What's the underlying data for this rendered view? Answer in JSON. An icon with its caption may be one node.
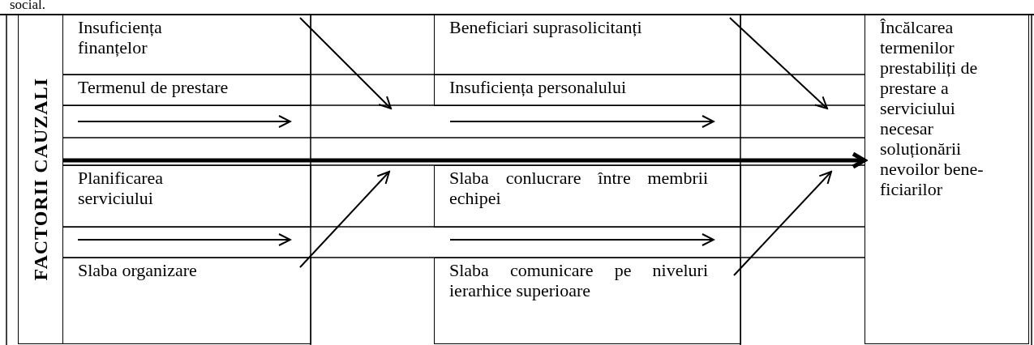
{
  "diagram": {
    "nodes": [
      {
        "text": [
          "FACTORII CAUZALI"
        ]
      },
      {
        "text": [
          "Insuficiența finanțelor"
        ]
      },
      {
        "text": [
          "Termenul de prestare"
        ]
      },
      {
        "text": [
          "Beneficiari suprasolicitanți"
        ]
      },
      {
        "text": [
          "Insuficiența personalului"
        ]
      },
      {
        "text": [
          "Planificarea serviciului"
        ]
      },
      {
        "text": [
          "Slaba conlucrare între membrii echipei"
        ]
      },
      {
        "text": [
          "Slaba organizare"
        ]
      },
      {
        "text": [
          "Slaba comunicare pe niveluri ierarhice superioare"
        ]
      },
      {
        "text": [
          "Încălcarea termenilor prestabiliți de prestare a serviciului necesar soluționării nevoilor bene- ficiarilor"
        ]
      }
    ],
    "edges": [
      {
        "from": 1,
        "to": null,
        "arrow": "to"
      },
      {
        "from": 3,
        "to": null,
        "arrow": "to"
      },
      {
        "from": 7,
        "to": null,
        "arrow": "to"
      },
      {
        "from": 8,
        "to": null,
        "arrow": "to"
      },
      {
        "from": 0,
        "to": 9,
        "arrow": "to",
        "style": "thick"
      }
    ],
    "labels": [
      "social."
    ]
  }
}
